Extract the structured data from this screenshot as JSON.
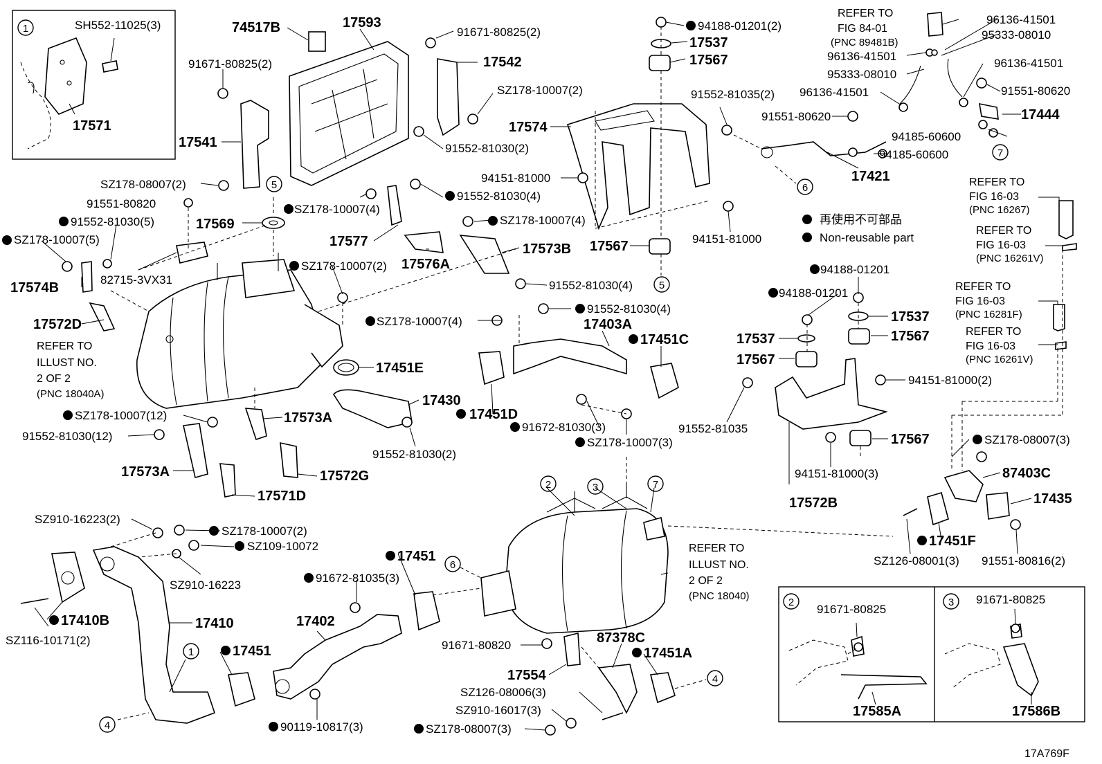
{
  "diagram_code": "17A769F",
  "legend": {
    "bullet": "●",
    "jp": "再使用不可部品",
    "en": "Non-reusable part"
  },
  "refs": {
    "fig8401_l1": "REFER TO",
    "fig8401_l2": "FIG 84-01",
    "fig8401_pnc": "(PNC 89481B)",
    "fig16267_l1": "REFER TO",
    "fig16267_l2": "FIG 16-03",
    "fig16267_pnc": "(PNC 16267)",
    "fig16261a_l1": "REFER TO",
    "fig16261a_l2": "FIG 16-03",
    "fig16261a_pnc": "(PNC 16261V)",
    "fig16281_l1": "REFER TO",
    "fig16281_l2": "FIG 16-03",
    "fig16281_pnc": "(PNC 16281F)",
    "fig16261b_l1": "REFER TO",
    "fig16261b_l2": "FIG 16-03",
    "fig16261b_pnc": "(PNC 16261V)",
    "illA_l1": "REFER TO",
    "illA_l2": "ILLUST NO.",
    "illA_l3": "2 OF 2",
    "illA_pnc": "(PNC 18040A)",
    "illB_l1": "REFER TO",
    "illB_l2": "ILLUST NO.",
    "illB_l3": "2 OF 2",
    "illB_pnc": "(PNC 18040)"
  },
  "circles": {
    "c1a": "1",
    "c1b": "1",
    "c2a": "2",
    "c2b": "2",
    "c3a": "3",
    "c3b": "3",
    "c4a": "4",
    "c4b": "4",
    "c5a": "5",
    "c5b": "5",
    "c6a": "6",
    "c6b": "6",
    "c7a": "7",
    "c7b": "7"
  },
  "labels": {
    "sh552": "SH552-11025(3)",
    "p17571": "17571",
    "p74517b": "74517B",
    "p17593": "17593",
    "p9167180825_2a": "91671-80825(2)",
    "p9167180825_2b": "91671-80825(2)",
    "p17542": "17542",
    "sz17810007_2a": "SZ178-10007(2)",
    "p17541": "17541",
    "p9155281030_2a": "91552-81030(2)",
    "sz17808007_2": "SZ178-08007(2)",
    "p9155180820": "91551-80820",
    "p9155281030_5": "91552-81030(5)",
    "sz17810007_5": "SZ178-10007(5)",
    "p17569": "17569",
    "sz17810007_4a": "SZ178-10007(4)",
    "p9155281030_4a": "91552-81030(4)",
    "p17577": "17577",
    "sz17810007_4b": "SZ178-10007(4)",
    "p17573b": "17573B",
    "p17576a": "17576A",
    "p827153vx31": "82715-3VX31",
    "sz17810007_2b": "SZ178-10007(2)",
    "p17574b": "17574B",
    "p17572d": "17572D",
    "p9155281030_4b": "91552-81030(4)",
    "sz17810007_4c": "SZ178-10007(4)",
    "p9155281030_4c": "91552-81030(4)",
    "p17403a": "17403A",
    "p17451c": "17451C",
    "p17451e": "17451E",
    "p17430": "17430",
    "p17451d": "17451D",
    "p9155281030_2c": "91552-81030(2)",
    "p9167281030_3": "91672-81030(3)",
    "sz17810007_3": "SZ178-10007(3)",
    "sz17810007_12": "SZ178-10007(12)",
    "p9155281030_12": "91552-81030(12)",
    "p17573a_a": "17573A",
    "p17573a_b": "17573A",
    "p17572g": "17572G",
    "p17571d": "17571D",
    "p9418801201_2": "94188-01201(2)",
    "p17537a": "17537",
    "p17567a": "17567",
    "p17574": "17574",
    "p9155281035_2": "91552-81035(2)",
    "p9415181000a": "94151-81000",
    "p9415181000b": "94151-81000",
    "p17567b": "17567",
    "p9613641501a": "96136-41501",
    "p9533308010a": "95333-08010",
    "p9613641501b": "96136-41501",
    "p9533308010b": "95333-08010",
    "p9613641501c": "96136-41501",
    "p9613641501d": "96136-41501",
    "p9155180620a": "91551-80620",
    "p9155180620b": "91551-80620",
    "p17444": "17444",
    "p9418560600a": "94185-60600",
    "p9418560600b": "94185-60600",
    "p17421": "17421",
    "p9418801201a": "94188-01201",
    "p9418801201b": "94188-01201",
    "p17537b": "17537",
    "p17537c": "17537",
    "p17567c": "17567",
    "p17567d": "17567",
    "p9415181000_2": "94151-81000(2)",
    "p9155281035": "91552-81035",
    "p17567e": "17567",
    "p9415181000_3": "94151-81000(3)",
    "p17572b": "17572B",
    "sz17808007_3a": "SZ178-08007(3)",
    "p87403c": "87403C",
    "p17435": "17435",
    "p17451f": "17451F",
    "sz12608001_3": "SZ126-08001(3)",
    "p9155180816_2": "91551-80816(2)",
    "sz91016223_2": "SZ910-16223(2)",
    "sz17810007_2c": "SZ178-10007(2)",
    "sz10910072": "SZ109-10072",
    "sz91016223": "SZ910-16223",
    "p17410b": "17410B",
    "p17410": "17410",
    "sz11610171_2": "SZ116-10171(2)",
    "p17451a": "17451",
    "p17451b": "17451",
    "p9167281035_3": "91672-81035(3)",
    "p17402": "17402",
    "p9011910817_3": "90119-10817(3)",
    "p9167180820": "91671-80820",
    "p87378c": "87378C",
    "p17451a2": "17451A",
    "p17554": "17554",
    "sz12608006_3": "SZ126-08006(3)",
    "sz91016017_3": "SZ910-16017(3)",
    "sz17808007_3b": "SZ178-08007(3)",
    "p9167180825a": "91671-80825",
    "p9167180825b": "91671-80825",
    "p17585a": "17585A",
    "p17586b": "17586B"
  }
}
